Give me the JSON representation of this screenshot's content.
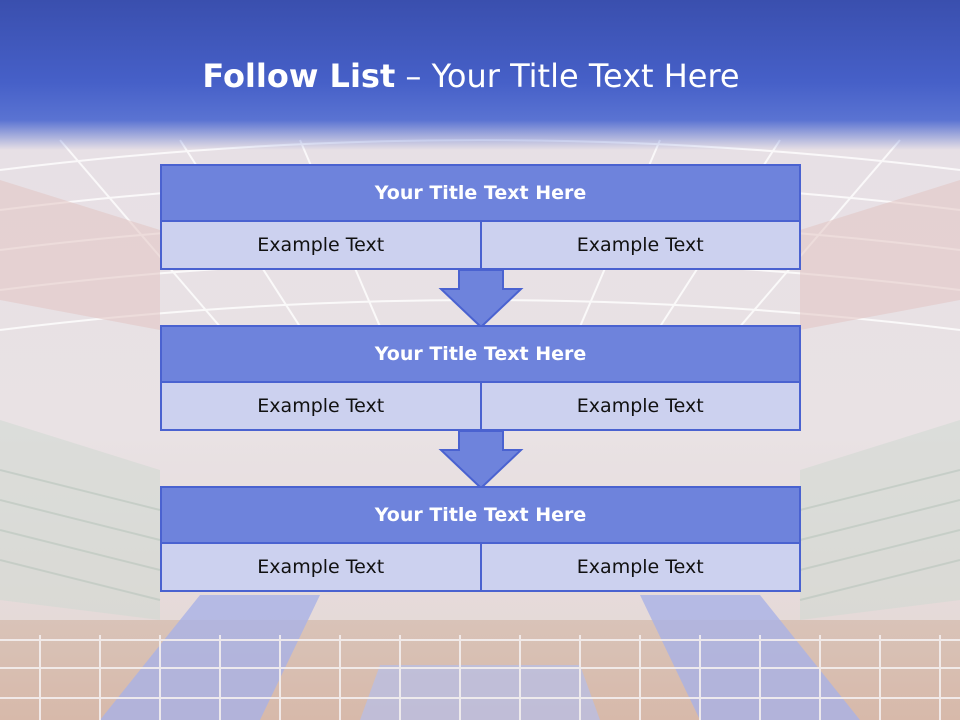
{
  "slide": {
    "title_bold": "Follow List",
    "title_rest": " – Your Title Text Here"
  },
  "blocks": [
    {
      "title": "Your Title Text Here",
      "left": "Example Text",
      "right": "Example Text"
    },
    {
      "title": "Your Title Text Here",
      "left": "Example Text",
      "right": "Example Text"
    },
    {
      "title": "Your Title Text Here",
      "left": "Example Text",
      "right": "Example Text"
    }
  ],
  "colors": {
    "header": "#4660c8",
    "block_title": "#6e83dc",
    "block_cell": "#ccd1ef",
    "border": "#4a62d0",
    "arrow": "#6e83dc"
  }
}
